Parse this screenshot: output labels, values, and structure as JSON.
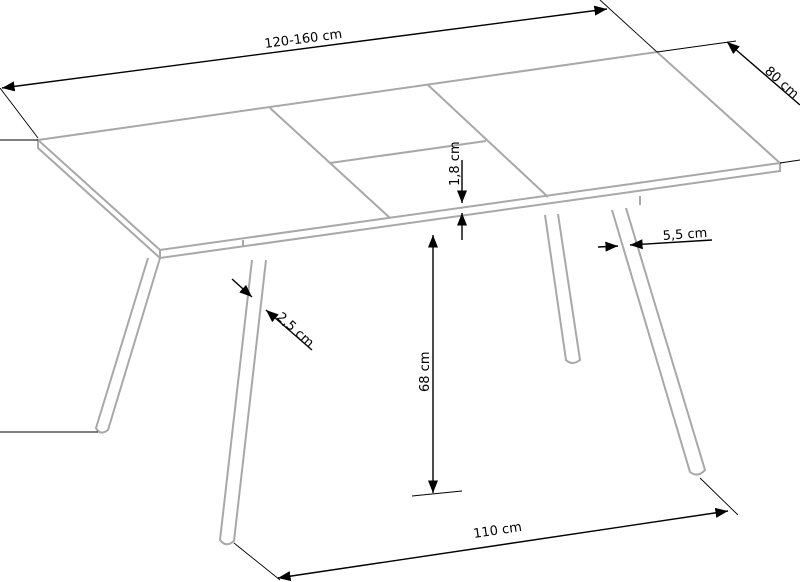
{
  "dimensions": {
    "length": "120-160 cm",
    "depth": "80 cm",
    "top_thickness": "1,8 cm",
    "leg_width": "5,5 cm",
    "leg_thickness": "2,5 cm",
    "leg_height": "68 cm",
    "leg_span": "110 cm"
  }
}
